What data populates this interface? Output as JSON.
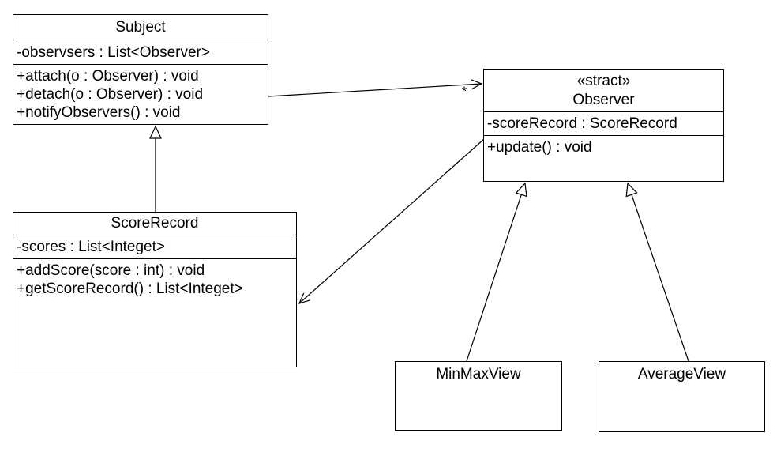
{
  "diagram": {
    "kind": "uml-class-diagram",
    "pattern": "Observer",
    "colors": {
      "background": "#ffffff",
      "border": "#000000",
      "text": "#000000"
    }
  },
  "classes": [
    {
      "id": "subject",
      "name": "Subject",
      "attributes": [
        "-observsers : List<Observer>"
      ],
      "methods": [
        "+attach(o : Observer) : void",
        "+detach(o : Observer) : void",
        "+notifyObservers() : void"
      ]
    },
    {
      "id": "observer",
      "stereotype": "«stract»",
      "name": "Observer",
      "attributes": [
        "-scoreRecord : ScoreRecord"
      ],
      "methods": [
        "+update() : void"
      ]
    },
    {
      "id": "scorerecord",
      "name": "ScoreRecord",
      "attributes": [
        "-scores : List<Integet>"
      ],
      "methods": [
        "+addScore(score : int) : void",
        "+getScoreRecord() : List<Integet>"
      ]
    },
    {
      "id": "minmaxview",
      "name": "MinMaxView",
      "attributes": [],
      "methods": []
    },
    {
      "id": "averageview",
      "name": "AverageView",
      "attributes": [],
      "methods": []
    }
  ],
  "relationships": [
    {
      "from": "ScoreRecord",
      "to": "Subject",
      "type": "generalization"
    },
    {
      "from": "Subject",
      "to": "Observer",
      "type": "association",
      "multiplicity": "*"
    },
    {
      "from": "Observer",
      "to": "ScoreRecord",
      "type": "association"
    },
    {
      "from": "MinMaxView",
      "to": "Observer",
      "type": "generalization"
    },
    {
      "from": "AverageView",
      "to": "Observer",
      "type": "generalization"
    }
  ]
}
